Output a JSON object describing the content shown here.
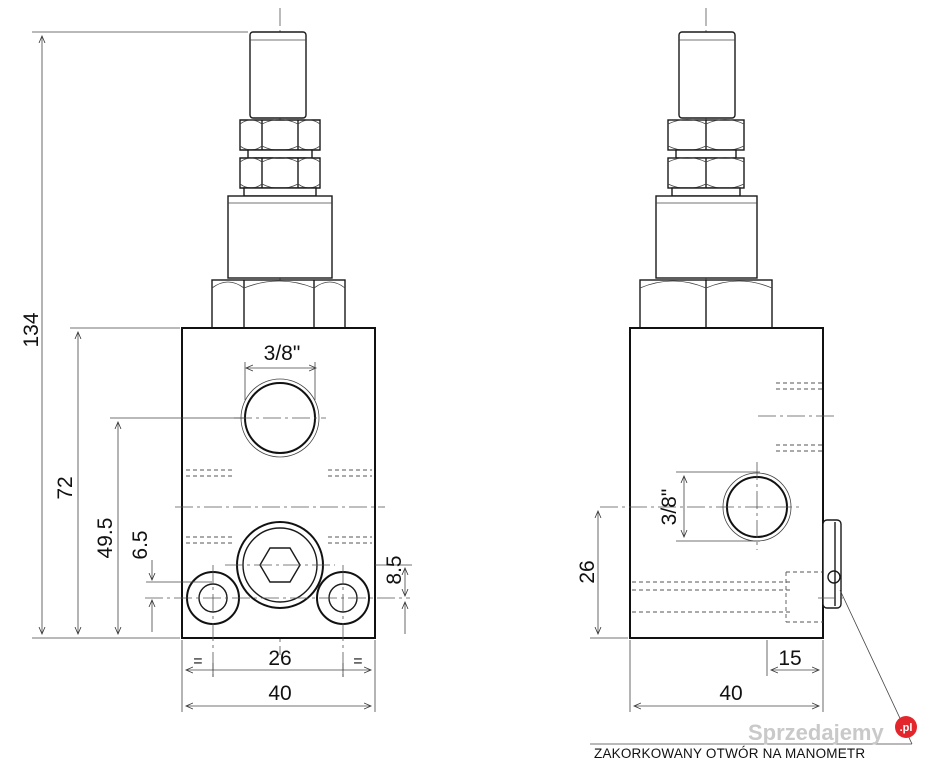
{
  "front_view": {
    "dim_total_height": "134",
    "dim_body_height": "72",
    "dim_port_center": "49.5",
    "dim_small_offset": "6.5",
    "dim_right_offset": "8.5",
    "dim_thread": "3/8\"",
    "dim_spacing": "26",
    "dim_width": "40",
    "equal_left": "=",
    "equal_right": "="
  },
  "side_view": {
    "dim_thread": "3/8\"",
    "dim_height": "26",
    "dim_offset": "15",
    "dim_width": "40"
  },
  "note": "ZAKORKOWANY OTWÓR NA MANOMETR",
  "watermark": {
    "text": "Sprzedajemy",
    "badge": ".pl",
    "badge_color": "#e3262c"
  }
}
